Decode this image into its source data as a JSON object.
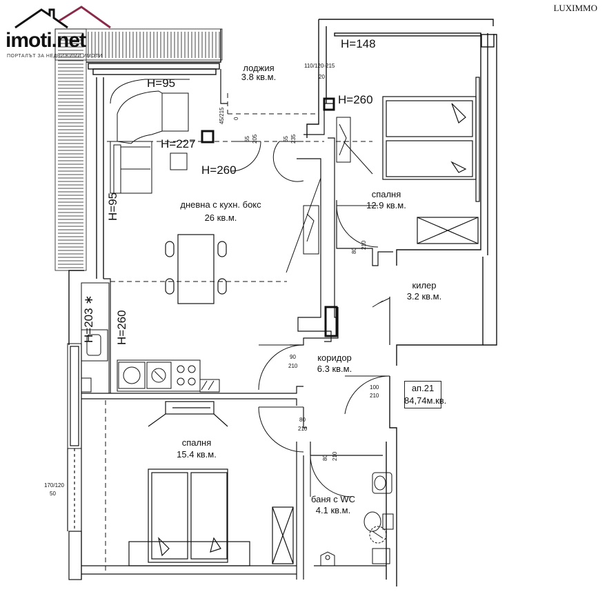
{
  "brand": {
    "logo_text": "imoti.net",
    "logo_tagline": "ПОРТАЛЪТ ЗА НЕДВИЖИМИ ИМОТИ",
    "watermark": "LUXIMMO"
  },
  "rooms": {
    "loggia": {
      "name": "лоджия",
      "area": "3.8 кв.м."
    },
    "living": {
      "name": "дневна с кухн. бокс",
      "area": "26 кв.м."
    },
    "bedroom1": {
      "name": "спалня",
      "area": "12.9 кв.м."
    },
    "closet": {
      "name": "килер",
      "area": "3.2 кв.м."
    },
    "corridor": {
      "name": "коридор",
      "area": "6.3 кв.м."
    },
    "bedroom2": {
      "name": "спалня",
      "area": "15.4 кв.м."
    },
    "bathroom": {
      "name": "баня с WC",
      "area": "4.1 кв.м."
    }
  },
  "apartment": {
    "number": "ап.21",
    "area": "84,74м.кв."
  },
  "heights": {
    "h148": "H=148",
    "h95_top": "H=95",
    "h260_bed": "H=260",
    "h227": "H=227",
    "h260_living": "H=260",
    "h95_side": "H=95",
    "h203": "H=203 ∗",
    "h260_kitchen": "H=260"
  },
  "door_dims": {
    "d_window_top": "110/120-215",
    "d_window_top_sub": "20",
    "d_left_win": "170/120",
    "d_left_win_sub": "50",
    "d_bed1": "80",
    "d_bed1_sub": "210",
    "d_corr": "90",
    "d_corr_sub": "210",
    "d_entry": "100",
    "d_entry_sub": "210",
    "d_bed2": "80",
    "d_bed2_sub": "210",
    "d_bath": "80",
    "d_bath_sub": "210",
    "d_65a": "65",
    "d_205a": "205",
    "d_65b": "65",
    "d_235": "235",
    "d_45": "45/215",
    "d_0": "0"
  },
  "colors": {
    "line": "#111111",
    "brand_accent": "#8a2a4a"
  }
}
